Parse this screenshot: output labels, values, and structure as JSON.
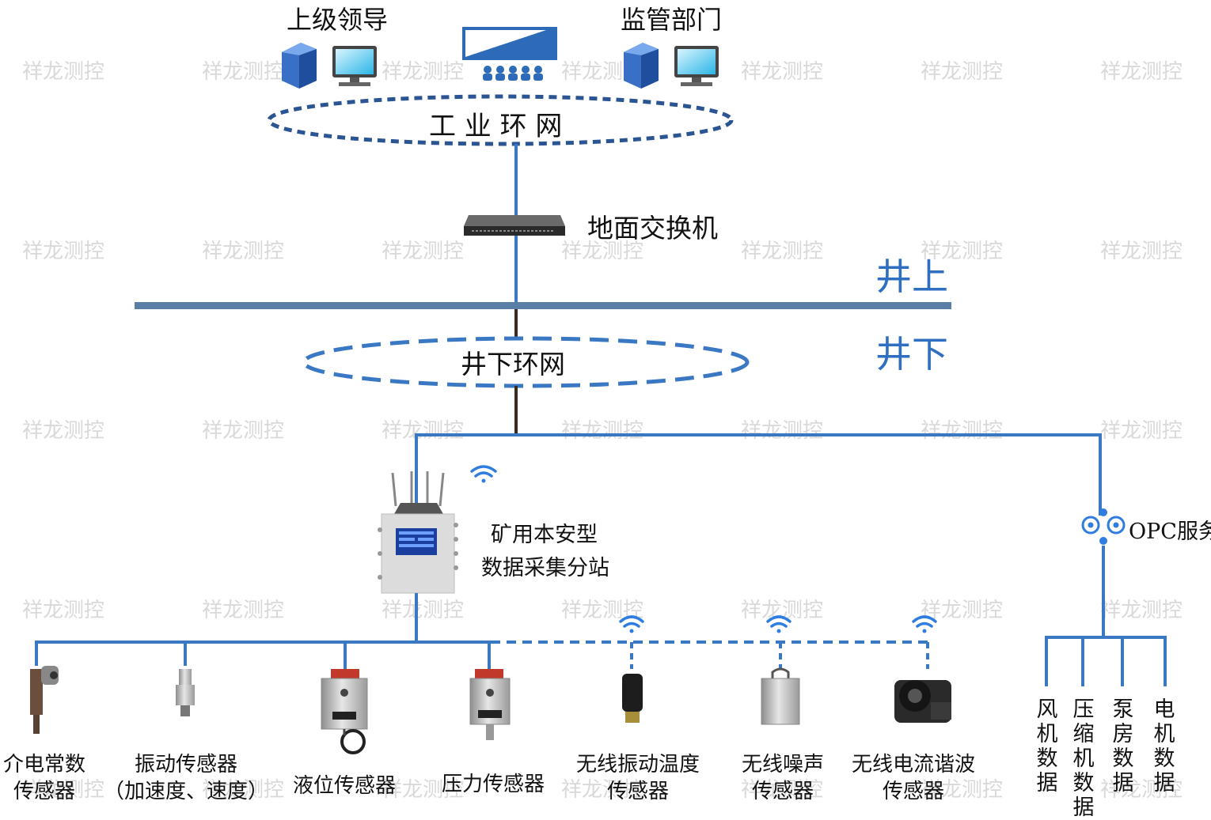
{
  "top": {
    "leaders": "上级领导",
    "supervision": "监管部门",
    "industrial_ring": "工 业 环 网",
    "ground_switch": "地面交换机"
  },
  "zones": {
    "above": "井上",
    "below": "井下"
  },
  "underground_ring": "井下环网",
  "substation": {
    "line1": "矿用本安型",
    "line2": "数据采集分站"
  },
  "opc": "OPC服务",
  "sensors": [
    {
      "line1": "介电常数",
      "line2": "传感器"
    },
    {
      "line1": "振动传感器",
      "line2": "（加速度、速度）"
    },
    {
      "line1": "液位传感器",
      "line2": ""
    },
    {
      "line1": "压力传感器",
      "line2": ""
    },
    {
      "line1": "无线振动温度",
      "line2": "传感器"
    },
    {
      "line1": "无线噪声",
      "line2": "传感器"
    },
    {
      "line1": "无线电流谐波",
      "line2": "传感器"
    }
  ],
  "opc_outputs": [
    "风机数据",
    "压缩机数据",
    "泵房数据",
    "电机数据"
  ],
  "watermark": "祥龙测控",
  "colors": {
    "line": "#3a78c4",
    "bus": "#5a7fa6",
    "trunk": "#3b2a20",
    "zone_text": "#2f6fc2"
  }
}
